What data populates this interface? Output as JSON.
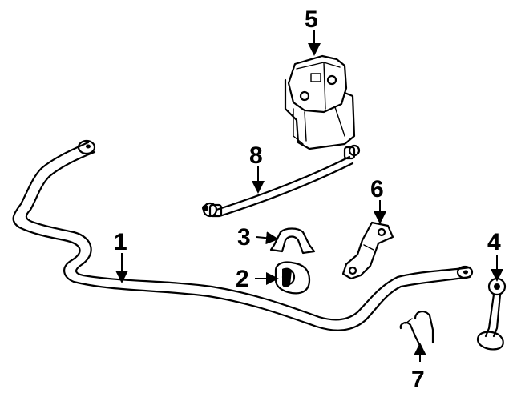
{
  "diagram": {
    "callouts": [
      {
        "id": "1",
        "text": "1"
      },
      {
        "id": "2",
        "text": "2"
      },
      {
        "id": "3",
        "text": "3"
      },
      {
        "id": "4",
        "text": "4"
      },
      {
        "id": "5",
        "text": "5"
      },
      {
        "id": "6",
        "text": "6"
      },
      {
        "id": "7",
        "text": "7"
      },
      {
        "id": "8",
        "text": "8"
      }
    ],
    "colors": {
      "ink": "#000000",
      "background": "#ffffff"
    }
  }
}
